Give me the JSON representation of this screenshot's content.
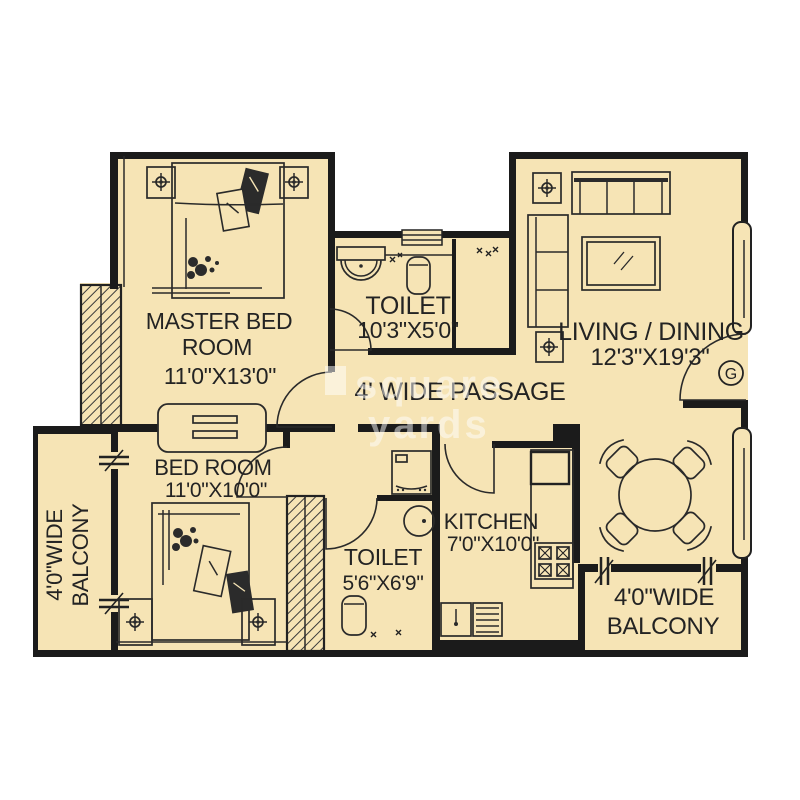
{
  "colors": {
    "floor": "#F6E4B5",
    "wall": "#1B1B1B",
    "furniture_line": "#2A2A2A",
    "text": "#232323",
    "watermark": "#FFFFFF"
  },
  "watermark": {
    "line1": "square",
    "line2": "yards"
  },
  "entrance": {
    "label": "G"
  },
  "rooms": {
    "master_bedroom": {
      "line1": "MASTER BED",
      "line2": "ROOM",
      "dims": "11'0\"X13'0\""
    },
    "bedroom": {
      "name": "BED ROOM",
      "dims": "11'0\"X10'0\""
    },
    "master_toilet": {
      "name": "TOILET",
      "dims": "10'3\"X5'0\""
    },
    "common_toilet": {
      "name": "TOILET",
      "dims": "5'6\"X6'9\""
    },
    "kitchen": {
      "name": "KITCHEN",
      "dims": "7'0\"X10'0\""
    },
    "living_dining": {
      "name": "LIVING / DINING",
      "dims": "12'3\"X19'3\""
    },
    "passage": {
      "name": "4' WIDE PASSAGE"
    },
    "balcony_left": {
      "line1": "4'0\"WIDE",
      "line2": "BALCONY"
    },
    "balcony_right": {
      "line1": "4'0\"WIDE",
      "line2": "BALCONY"
    }
  }
}
